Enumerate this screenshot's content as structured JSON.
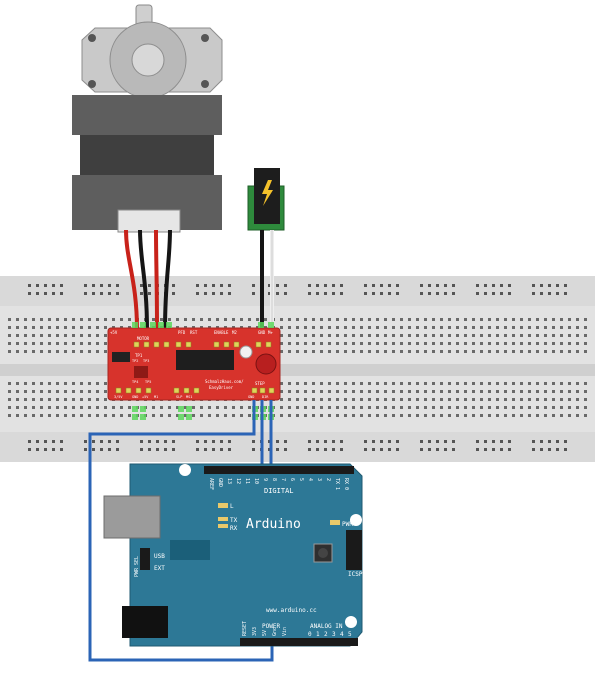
{
  "easydriver": {
    "header_labels": [
      "+5V",
      "MOTOR",
      "PFD",
      "RST",
      "ENABLE",
      "M2",
      "GND",
      "M+"
    ],
    "pin_names": [
      "TP1",
      "TP2",
      "TP3",
      "TP4",
      "TP5"
    ],
    "url_text": "SchmalzHaus.com/",
    "board_name": "EasyDriver",
    "bottom_labels": [
      "3/5V",
      "GND",
      "+5V",
      "M1",
      "SLP",
      "MS1",
      "STEP",
      "DIR",
      "GND"
    ]
  },
  "arduino": {
    "brand": "Arduino",
    "url": "www.arduino.cc",
    "digital_label": "DIGITAL",
    "digital_pins": [
      "AREF",
      "GND",
      "13",
      "12",
      "11",
      "10",
      "9",
      "8",
      "7",
      "6",
      "5",
      "4",
      "3",
      "2",
      "TX 1",
      "RX 0"
    ],
    "led_labels": [
      "L",
      "TX",
      "RX"
    ],
    "pwr_label": "PWR",
    "icsp_label": "ICSP",
    "pwr_sel_label": "PWR SEL",
    "usb_label": "USB",
    "ext_label": "EXT",
    "power_label": "POWER",
    "power_pins": [
      "RESET",
      "3V3",
      "5V",
      "Gnd",
      "Vin"
    ],
    "analog_label": "ANALOG IN",
    "analog_pins": [
      "0",
      "1",
      "2",
      "3",
      "4",
      "5"
    ]
  },
  "colors": {
    "arduino_blue": "#2d7896",
    "easydriver_red": "#d7332c",
    "breadboard": "#e4e4e4",
    "wire_blue": "#2b64b6",
    "wire_red": "#c8221a",
    "motor_body": "#6e6e6e"
  },
  "icons": [
    "stepper-motor-icon",
    "power-jack-icon",
    "lightning-icon"
  ]
}
